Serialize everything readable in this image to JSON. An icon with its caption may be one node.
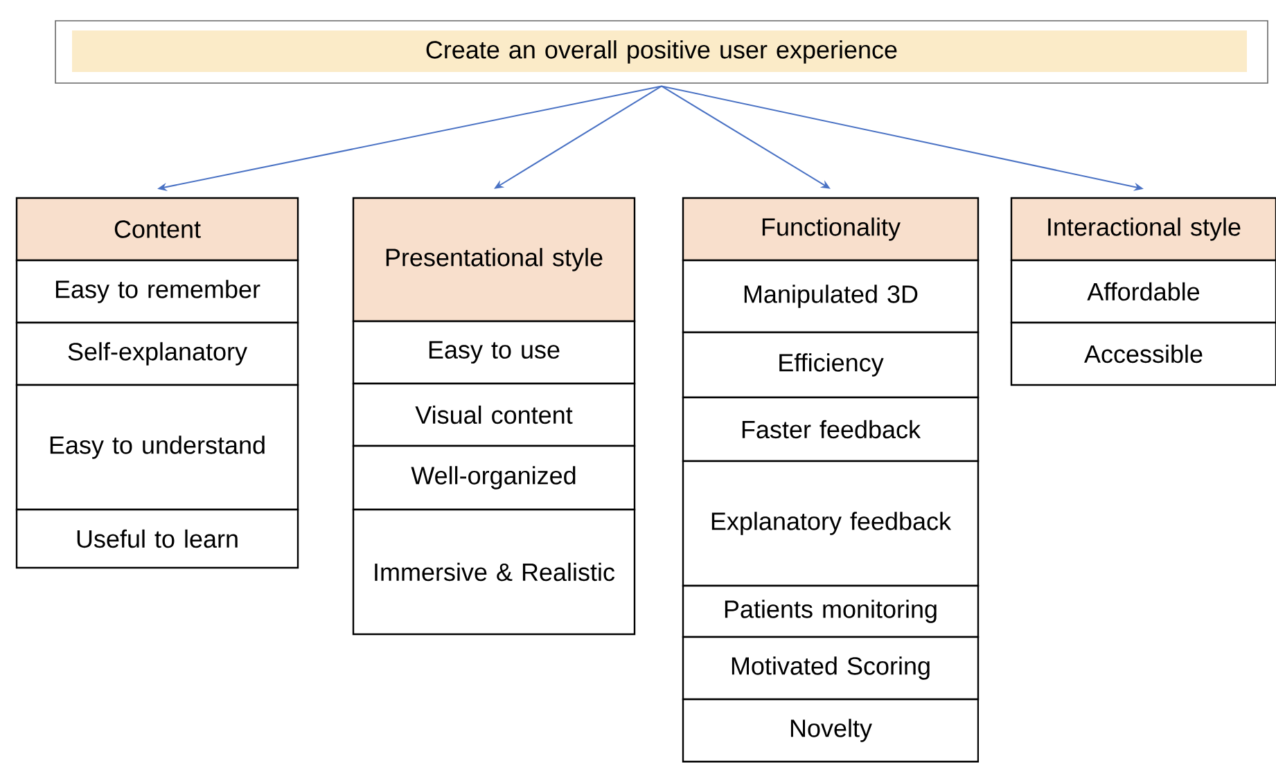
{
  "diagram": {
    "nodes": [
      {
        "text": [
          "Create an overall positive user experience"
        ]
      },
      {
        "text": [
          "Content"
        ]
      },
      {
        "text": [
          "Easy to remember"
        ]
      },
      {
        "text": [
          "Self-explanatory"
        ]
      },
      {
        "text": [
          "Easy to understand"
        ]
      },
      {
        "text": [
          "Useful to learn"
        ]
      },
      {
        "text": [
          "Presentational style"
        ]
      },
      {
        "text": [
          "Easy to use"
        ]
      },
      {
        "text": [
          "Visual content"
        ]
      },
      {
        "text": [
          "Well-organized"
        ]
      },
      {
        "text": [
          "Immersive & Realistic"
        ]
      },
      {
        "text": [
          "Functionality"
        ]
      },
      {
        "text": [
          "Manipulated 3D"
        ]
      },
      {
        "text": [
          "Efficiency"
        ]
      },
      {
        "text": [
          "Faster feedback"
        ]
      },
      {
        "text": [
          "Explanatory feedback"
        ]
      },
      {
        "text": [
          "Patients monitoring"
        ]
      },
      {
        "text": [
          "Motivated Scoring"
        ]
      },
      {
        "text": [
          "Novelty"
        ]
      },
      {
        "text": [
          "Interactional style"
        ]
      },
      {
        "text": [
          "Affordable"
        ]
      },
      {
        "text": [
          "Accessible"
        ]
      }
    ],
    "edges": [
      {
        "from": 0,
        "to": 1,
        "arrow": "to"
      },
      {
        "from": 0,
        "to": 6,
        "arrow": "to"
      },
      {
        "from": 0,
        "to": 11,
        "arrow": "to"
      },
      {
        "from": 0,
        "to": 19,
        "arrow": "to"
      }
    ]
  }
}
